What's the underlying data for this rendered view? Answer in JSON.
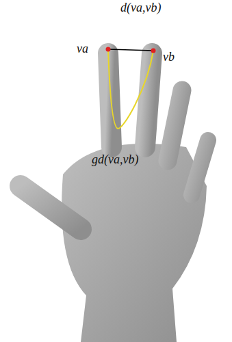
{
  "diagram": {
    "labels": [
      "d(va,vb)",
      "va",
      "vb",
      "gd(va,vb)"
    ]
  }
}
